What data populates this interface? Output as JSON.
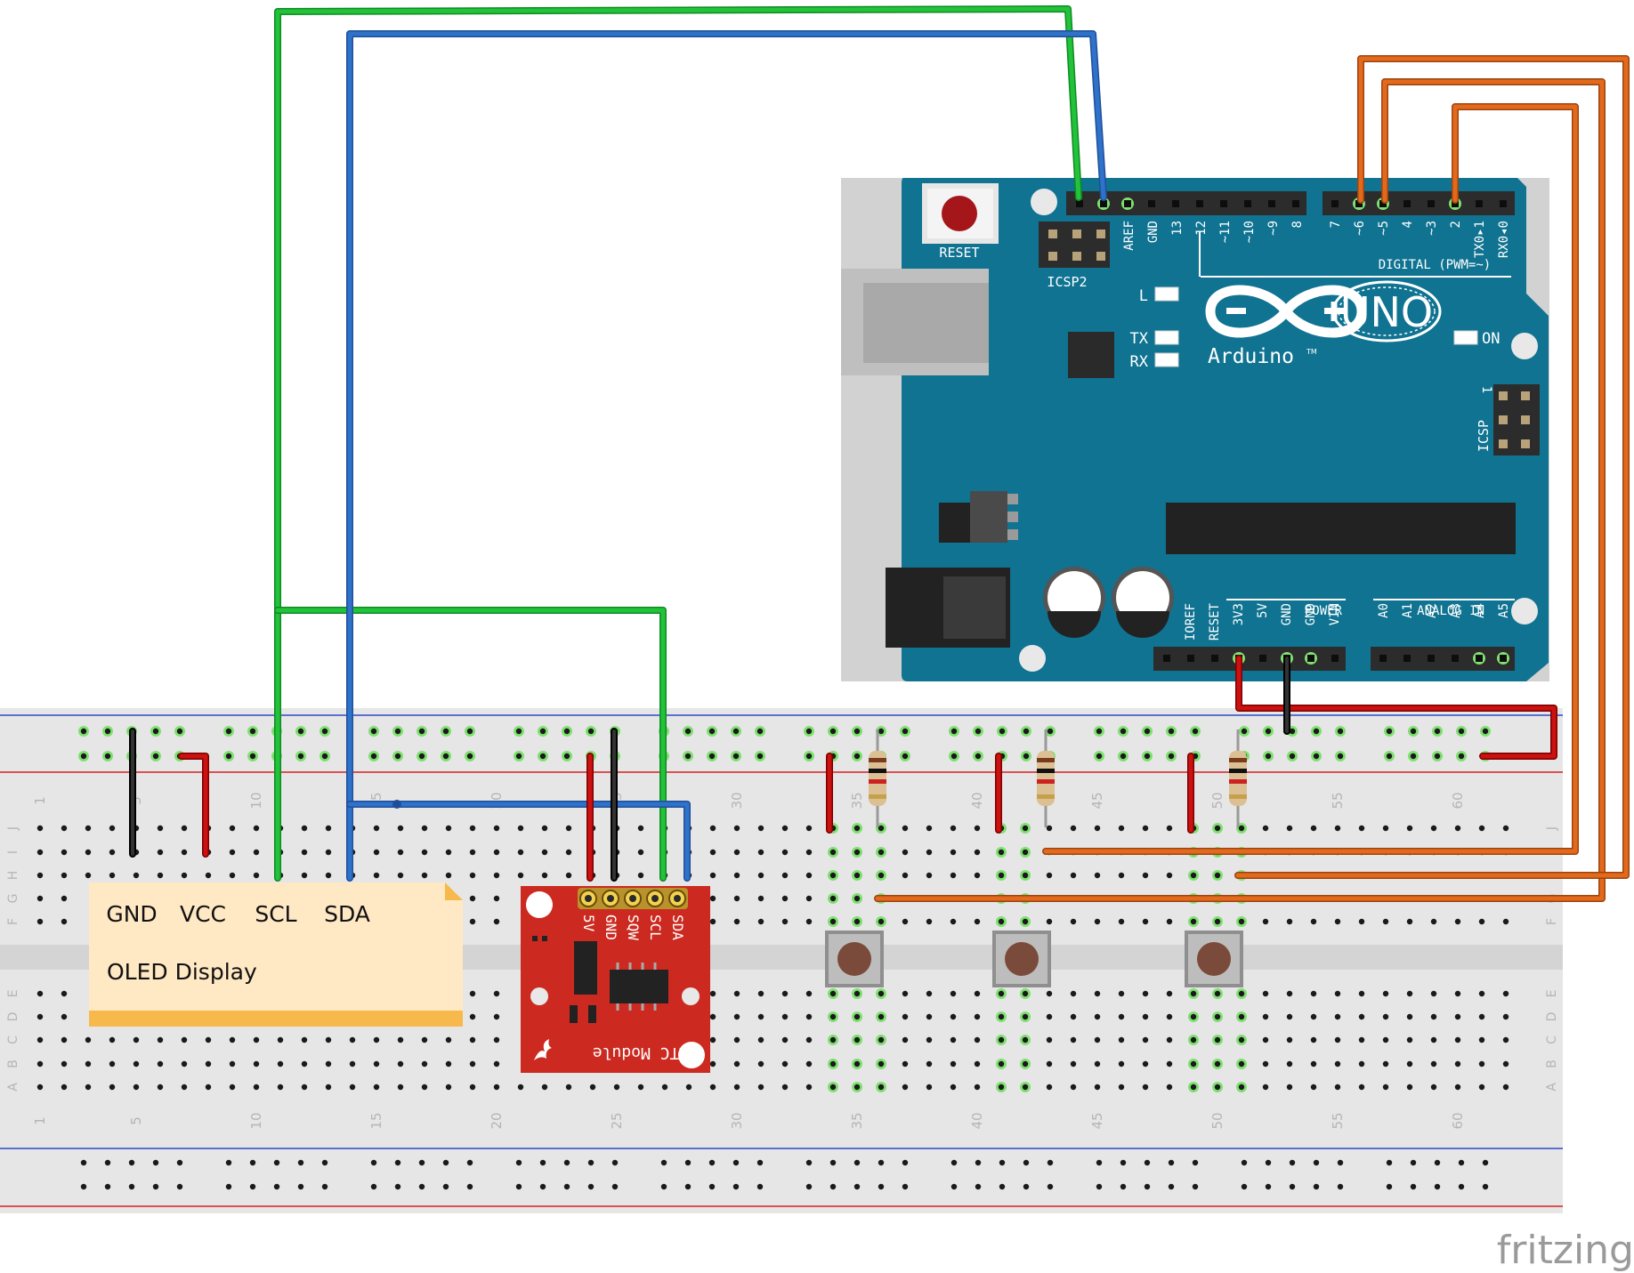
{
  "arduino": {
    "reset_label": "RESET",
    "icsp2_label": "ICSP2",
    "icsp_label": "ICSP",
    "icsp_pin1": "1",
    "led_l": "L",
    "led_tx": "TX",
    "led_rx": "RX",
    "led_on": "ON",
    "uno_label": "UNO",
    "brand": "Arduino",
    "trademark": "TM",
    "digital_header": "DIGITAL (PWM=~)",
    "power_header": "POWER",
    "analog_header": "ANALOG IN",
    "digital_pins_left": [
      "AREF",
      "GND",
      "13",
      "12",
      "~11",
      "~10",
      "~9",
      "8"
    ],
    "digital_pins_right": [
      "7",
      "~6",
      "~5",
      "4",
      "~3",
      "2",
      "TX0▸1",
      "RX0◂0"
    ],
    "power_pins": [
      "IOREF",
      "RESET",
      "3V3",
      "5V",
      "GND",
      "GND",
      "VIN"
    ],
    "analog_pins": [
      "A0",
      "A1",
      "A2",
      "A3",
      "A4",
      "A5"
    ]
  },
  "breadboard": {
    "column_numbers": [
      "1",
      "5",
      "10",
      "15",
      "20",
      "25",
      "30",
      "35",
      "40",
      "45",
      "50",
      "55",
      "60"
    ],
    "row_letters_top": [
      "J",
      "I",
      "H",
      "G",
      "F"
    ],
    "row_letters_bottom": [
      "E",
      "D",
      "C",
      "B",
      "A"
    ]
  },
  "oled": {
    "pins": [
      "GND",
      "VCC",
      "SCL",
      "SDA"
    ],
    "title": "OLED Display"
  },
  "rtc": {
    "pins": [
      "5V",
      "GND",
      "SQW",
      "SCL",
      "SDA"
    ],
    "title": "RTC Module"
  },
  "watermark": "fritzing",
  "colors": {
    "board_teal": "#0f7391",
    "breadboard": "#e6e6e6",
    "wire_green": "#22c33a",
    "wire_blue": "#2f72c9",
    "wire_orange": "#e3691c",
    "wire_red": "#cc1111",
    "wire_black": "#111111",
    "rtc_red": "#cc2a20",
    "oled_body": "#ffe8c4",
    "oled_strip": "#f8b94c"
  }
}
